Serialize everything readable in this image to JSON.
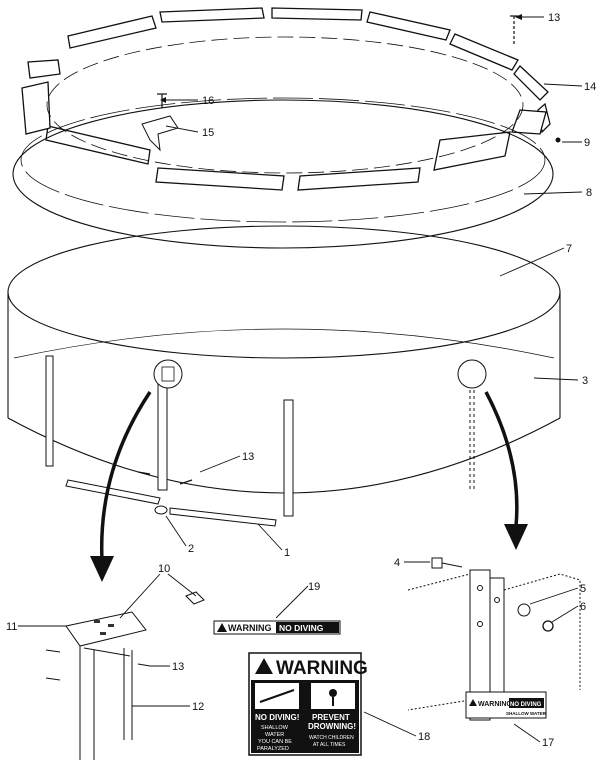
{
  "callouts": {
    "c1": "1",
    "c2": "2",
    "c3": "3",
    "c4": "4",
    "c5": "5",
    "c6": "6",
    "c7": "7",
    "c8": "8",
    "c9": "9",
    "c10": "10",
    "c11": "11",
    "c12": "12",
    "c13_top": "13",
    "c13_mid": "13",
    "c13_bot": "13",
    "c14": "14",
    "c15": "15",
    "c16": "16",
    "c17": "17",
    "c18": "18",
    "c19": "19"
  },
  "labels": {
    "warning_strip_left": "WARNING",
    "warning_strip_right": "NO DIVING",
    "sign_title": "WARNING",
    "sign_left_heading": "NO DIVING!",
    "sign_left_line1": "SHALLOW",
    "sign_left_line2": "WATER",
    "sign_left_line3": "YOU CAN BE",
    "sign_left_line4": "PARALYZED",
    "sign_right_heading1": "PREVENT",
    "sign_right_heading2": "DROWNING!",
    "sign_right_line1": "WATCH CHILDREN",
    "sign_right_line2": "AT ALL TIMES",
    "small_label_left": "WARNING",
    "small_label_right": "NO DIVING",
    "small_label_sub": "SHALLOW WATER"
  }
}
